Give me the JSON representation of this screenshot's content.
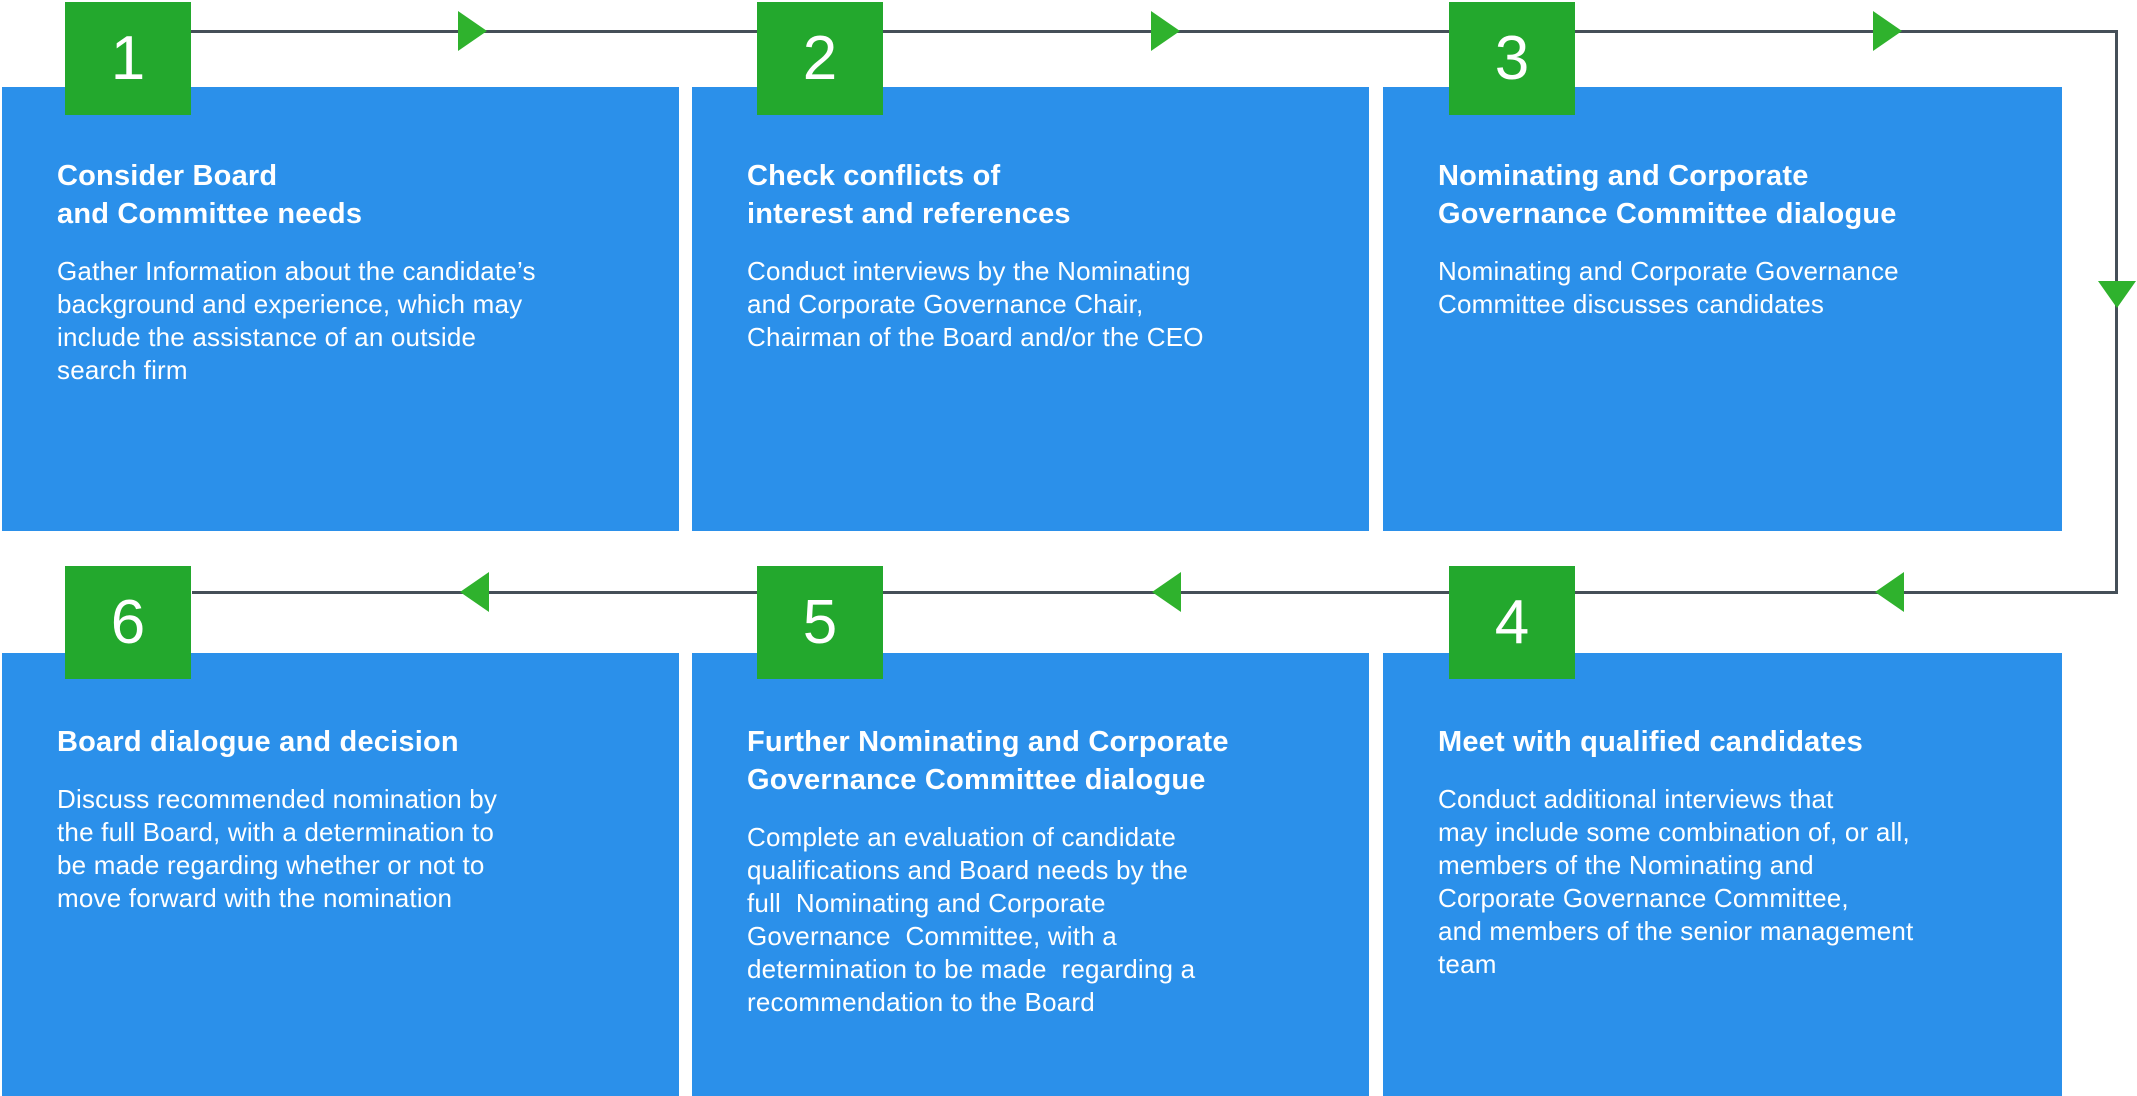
{
  "diagram": {
    "name": "Director nomination process flow",
    "colors": {
      "box_blue": "#2B90EA",
      "badge_green": "#23A82D",
      "arrow_green": "#2FB22D",
      "line_gray": "#454F58",
      "text_white": "#FFFFFF"
    },
    "steps": [
      {
        "number": "1",
        "title": "Consider Board\nand Committee needs",
        "body": "Gather Information about the candidate’s\nbackground and experience, which may\ninclude the assistance of an outside\nsearch firm"
      },
      {
        "number": "2",
        "title": "Check conflicts of\ninterest and references",
        "body": "Conduct interviews by the Nominating\nand Corporate Governance Chair,\nChairman of the Board and/or the CEO"
      },
      {
        "number": "3",
        "title": "Nominating and Corporate\nGovernance Committee dialogue",
        "body": "Nominating and Corporate Governance\nCommittee discusses candidates"
      },
      {
        "number": "4",
        "title": "Meet with qualified candidates",
        "body": "Conduct additional interviews that\nmay include some combination of, or all,\nmembers of the Nominating and\nCorporate Governance Committee,\nand members of the senior management\nteam"
      },
      {
        "number": "5",
        "title": "Further Nominating and Corporate\nGovernance Committee dialogue",
        "body": "Complete an evaluation of candidate\nqualifications and Board needs by the\nfull  Nominating and Corporate\nGovernance  Committee, with a\ndetermination to be made  regarding a\nrecommendation to the Board"
      },
      {
        "number": "6",
        "title": "Board dialogue and decision",
        "body": "Discuss recommended nomination by\nthe full Board, with a determination to\nbe made regarding whether or not to\nmove forward with the nomination"
      }
    ]
  }
}
